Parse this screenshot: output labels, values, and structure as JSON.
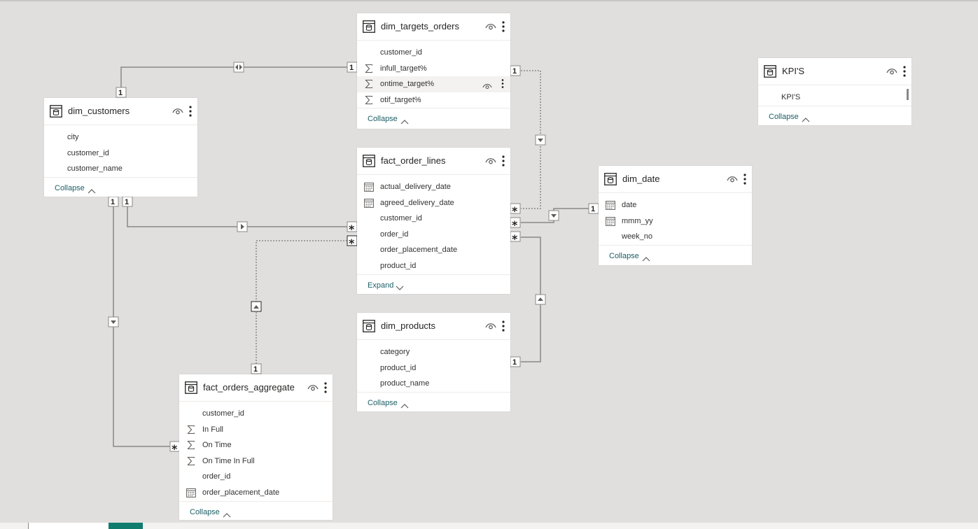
{
  "tables": {
    "dim_targets_orders": {
      "title": "dim_targets_orders",
      "fields": [
        {
          "label": "customer_id",
          "icon": "none"
        },
        {
          "label": "infull_target%",
          "icon": "sigma"
        },
        {
          "label": "ontime_target%",
          "icon": "sigma"
        },
        {
          "label": "otif_target%",
          "icon": "sigma"
        }
      ],
      "footer": "Collapse"
    },
    "dim_customers": {
      "title": "dim_customers",
      "fields": [
        {
          "label": "city",
          "icon": "none"
        },
        {
          "label": "customer_id",
          "icon": "none"
        },
        {
          "label": "customer_name",
          "icon": "none"
        }
      ],
      "footer": "Collapse"
    },
    "fact_order_lines": {
      "title": "fact_order_lines",
      "fields": [
        {
          "label": "actual_delivery_date",
          "icon": "calendar"
        },
        {
          "label": "agreed_delivery_date",
          "icon": "calendar"
        },
        {
          "label": "customer_id",
          "icon": "none"
        },
        {
          "label": "order_id",
          "icon": "none"
        },
        {
          "label": "order_placement_date",
          "icon": "none"
        },
        {
          "label": "product_id",
          "icon": "none"
        }
      ],
      "footer": "Expand"
    },
    "dim_date": {
      "title": "dim_date",
      "fields": [
        {
          "label": "date",
          "icon": "calendar"
        },
        {
          "label": "mmm_yy",
          "icon": "calendar"
        },
        {
          "label": "week_no",
          "icon": "none"
        }
      ],
      "footer": "Collapse"
    },
    "kpis": {
      "title": "KPI'S",
      "fields": [
        {
          "label": "KPI'S",
          "icon": "none"
        }
      ],
      "footer": "Collapse"
    },
    "dim_products": {
      "title": "dim_products",
      "fields": [
        {
          "label": "category",
          "icon": "none"
        },
        {
          "label": "product_id",
          "icon": "none"
        },
        {
          "label": "product_name",
          "icon": "none"
        }
      ],
      "footer": "Collapse"
    },
    "fact_orders_aggregate": {
      "title": "fact_orders_aggregate",
      "fields": [
        {
          "label": "customer_id",
          "icon": "none"
        },
        {
          "label": "In Full",
          "icon": "sigma"
        },
        {
          "label": "On Time",
          "icon": "sigma"
        },
        {
          "label": "On Time In Full",
          "icon": "sigma"
        },
        {
          "label": "order_id",
          "icon": "none"
        },
        {
          "label": "order_placement_date",
          "icon": "calendar"
        }
      ],
      "footer": "Collapse"
    }
  },
  "relationships": {
    "one": "1",
    "many": "*"
  },
  "colors": {
    "canvas": "#e1dfdd",
    "card": "#ffffff",
    "line": "#8a8886",
    "accent_text": "#1b5e66",
    "tab_active": "#107c6e"
  }
}
